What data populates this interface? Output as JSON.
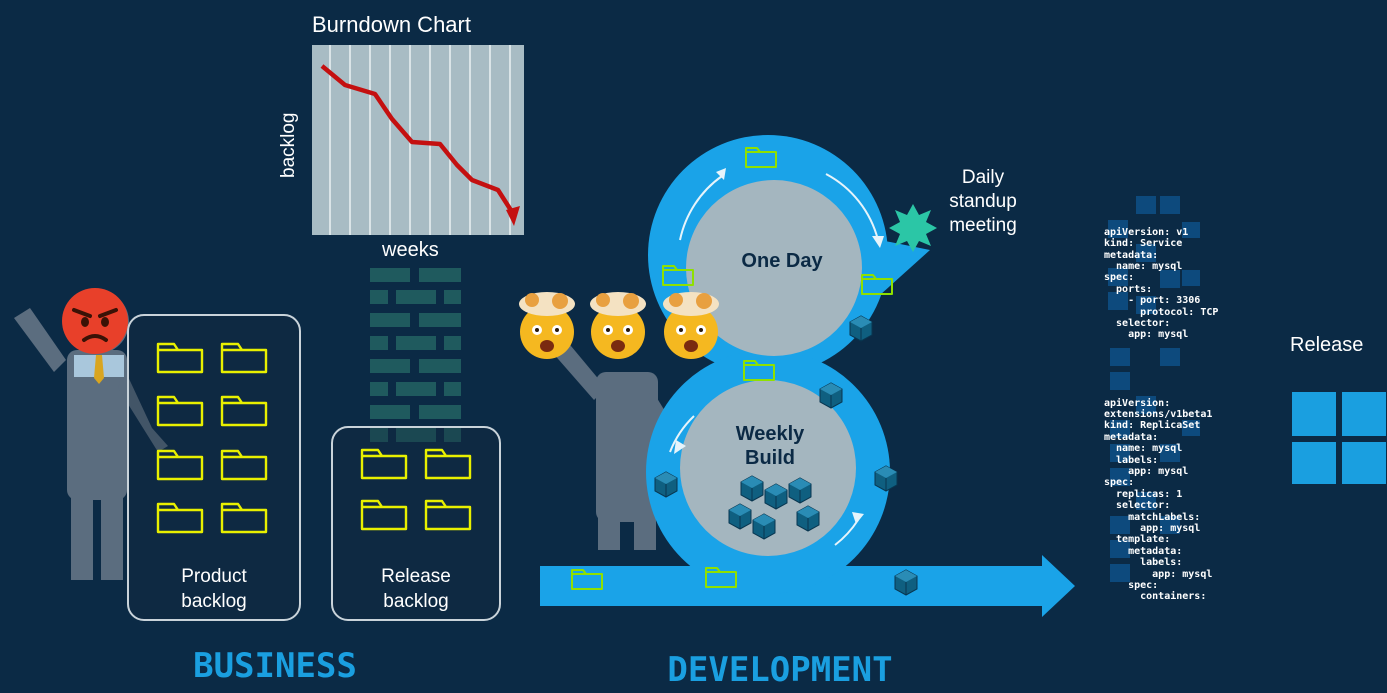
{
  "burndown": {
    "title": "Burndown Chart",
    "ylabel": "backlog",
    "xlabel": "weeks"
  },
  "backlogs": {
    "product_label": "Product\nbacklog",
    "release_label": "Release\nbacklog"
  },
  "cycle": {
    "one_day_label": "One Day",
    "weekly_build_label": "Weekly\nBuild",
    "standup_label": "Daily\nstandup\nmeeting"
  },
  "yaml": {
    "service_lines": [
      "apiVersion: v1",
      "kind: Service",
      "metadata:",
      "  name: mysql",
      "spec:",
      "  ports:",
      "    - port: 3306",
      "      protocol: TCP",
      "  selector:",
      "    app: mysql"
    ],
    "replicaset_lines": [
      "apiVersion:",
      "extensions/v1beta1",
      "kind: ReplicaSet",
      "metadata:",
      "  name: mysql",
      "  labels:",
      "    app: mysql",
      "spec:",
      "  replicas: 1",
      "  selector:",
      "    matchLabels:",
      "      app: mysql",
      "  template:",
      "    metadata:",
      "      labels:",
      "        app: mysql",
      "    spec:",
      "      containers:"
    ]
  },
  "release_label": "Release",
  "sections": {
    "business": "BUSINESS",
    "development": "DEVELOPMENT"
  },
  "colors": {
    "background": "#0b2a45",
    "loop_blue": "#1aa3e8",
    "folder_yellow": "#e8f000",
    "folder_green": "#8fe000",
    "section_blue": "#1a9fe0",
    "burndown_red": "#c41010",
    "wall_teal": "#1f5a5e",
    "star_teal": "#2bc6a6"
  }
}
